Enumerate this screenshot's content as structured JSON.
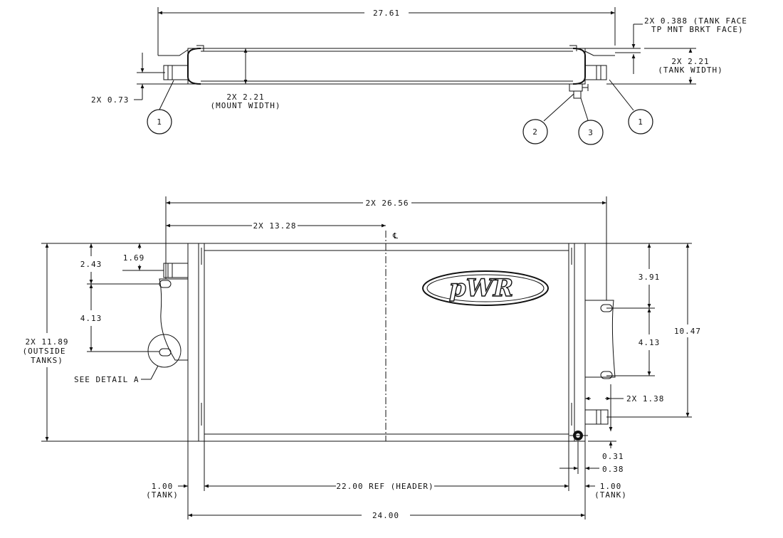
{
  "top_view": {
    "overall_length": "27.61",
    "tank_face_offset": [
      "2X 0.388 (TANK FACE",
      "TP MNT BRKT FACE)"
    ],
    "tank_width": [
      "2X 2.21",
      "(TANK WIDTH)"
    ],
    "mount_width": [
      "2X 2.21",
      "(MOUNT WIDTH)"
    ],
    "fitting_offset": "2X 0.73",
    "balloons": [
      "1",
      "2",
      "3",
      "1"
    ]
  },
  "front_view": {
    "overall_mount": "2X 26.56",
    "half_width": "2X 13.28",
    "centerline": "℄",
    "left_top_fitting": "1.69",
    "left_mount_top": "2.43",
    "left_slot_spacing": "4.13",
    "outside_tanks": [
      "2X 11.89",
      "(OUTSIDE",
      "TANKS)"
    ],
    "see_detail": "SEE DETAIL  A",
    "right_mount_top": "3.91",
    "right_slot_spacing": "4.13",
    "right_fitting_height": "10.47",
    "right_fitting_offset": "2X 1.38",
    "drain_offset_a": "0.31",
    "drain_offset_b": "0.38",
    "left_tank": [
      "1.00",
      "(TANK)"
    ],
    "header": "22.00 REF (HEADER)",
    "right_tank": [
      "1.00",
      "(TANK)"
    ],
    "overall_width": "24.00",
    "logo": "pWR"
  }
}
